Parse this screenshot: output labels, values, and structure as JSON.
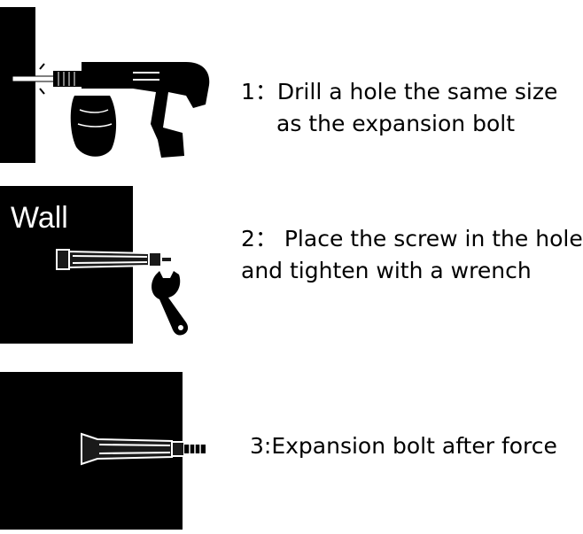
{
  "steps": [
    {
      "lines": [
        "1：Drill a hole the same size",
        "as the expansion bolt"
      ]
    },
    {
      "wall_label": "Wall",
      "lines": [
        "2： Place the screw in the hole",
        "and tighten with a wrench"
      ]
    },
    {
      "lines": [
        "3:Expansion bolt after force"
      ]
    }
  ],
  "colors": {
    "wall": "#000000",
    "background": "#ffffff",
    "bolt_outline": "#ffffff",
    "bolt_fill": "#1a1a1a"
  }
}
